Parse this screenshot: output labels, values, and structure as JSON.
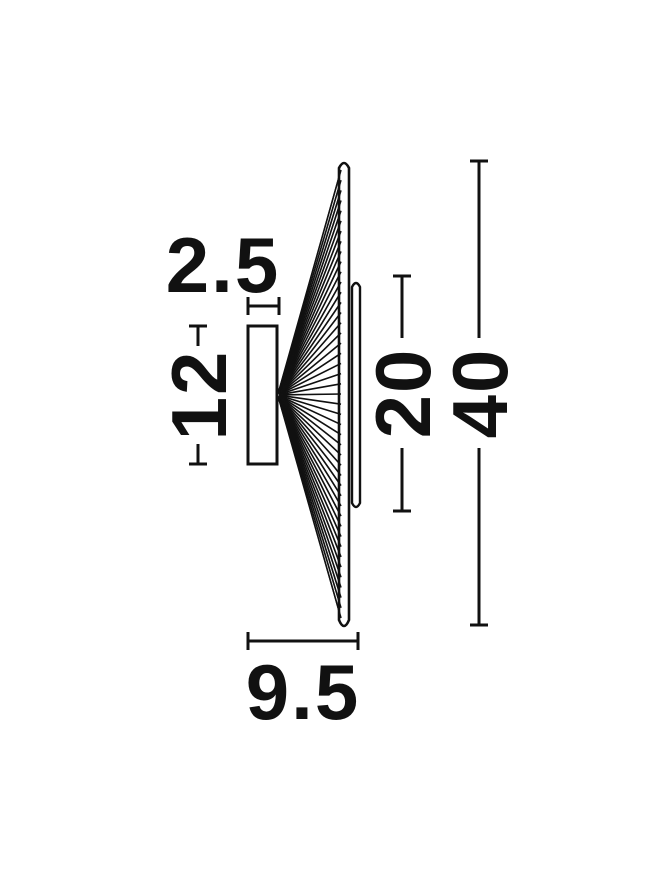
{
  "dimensions": {
    "top_width": "2.5",
    "back_height": "12",
    "inner_diameter": "20",
    "outer_diameter": "40",
    "depth": "9.5"
  },
  "colors": {
    "ink": "#111111",
    "background": "#ffffff"
  }
}
